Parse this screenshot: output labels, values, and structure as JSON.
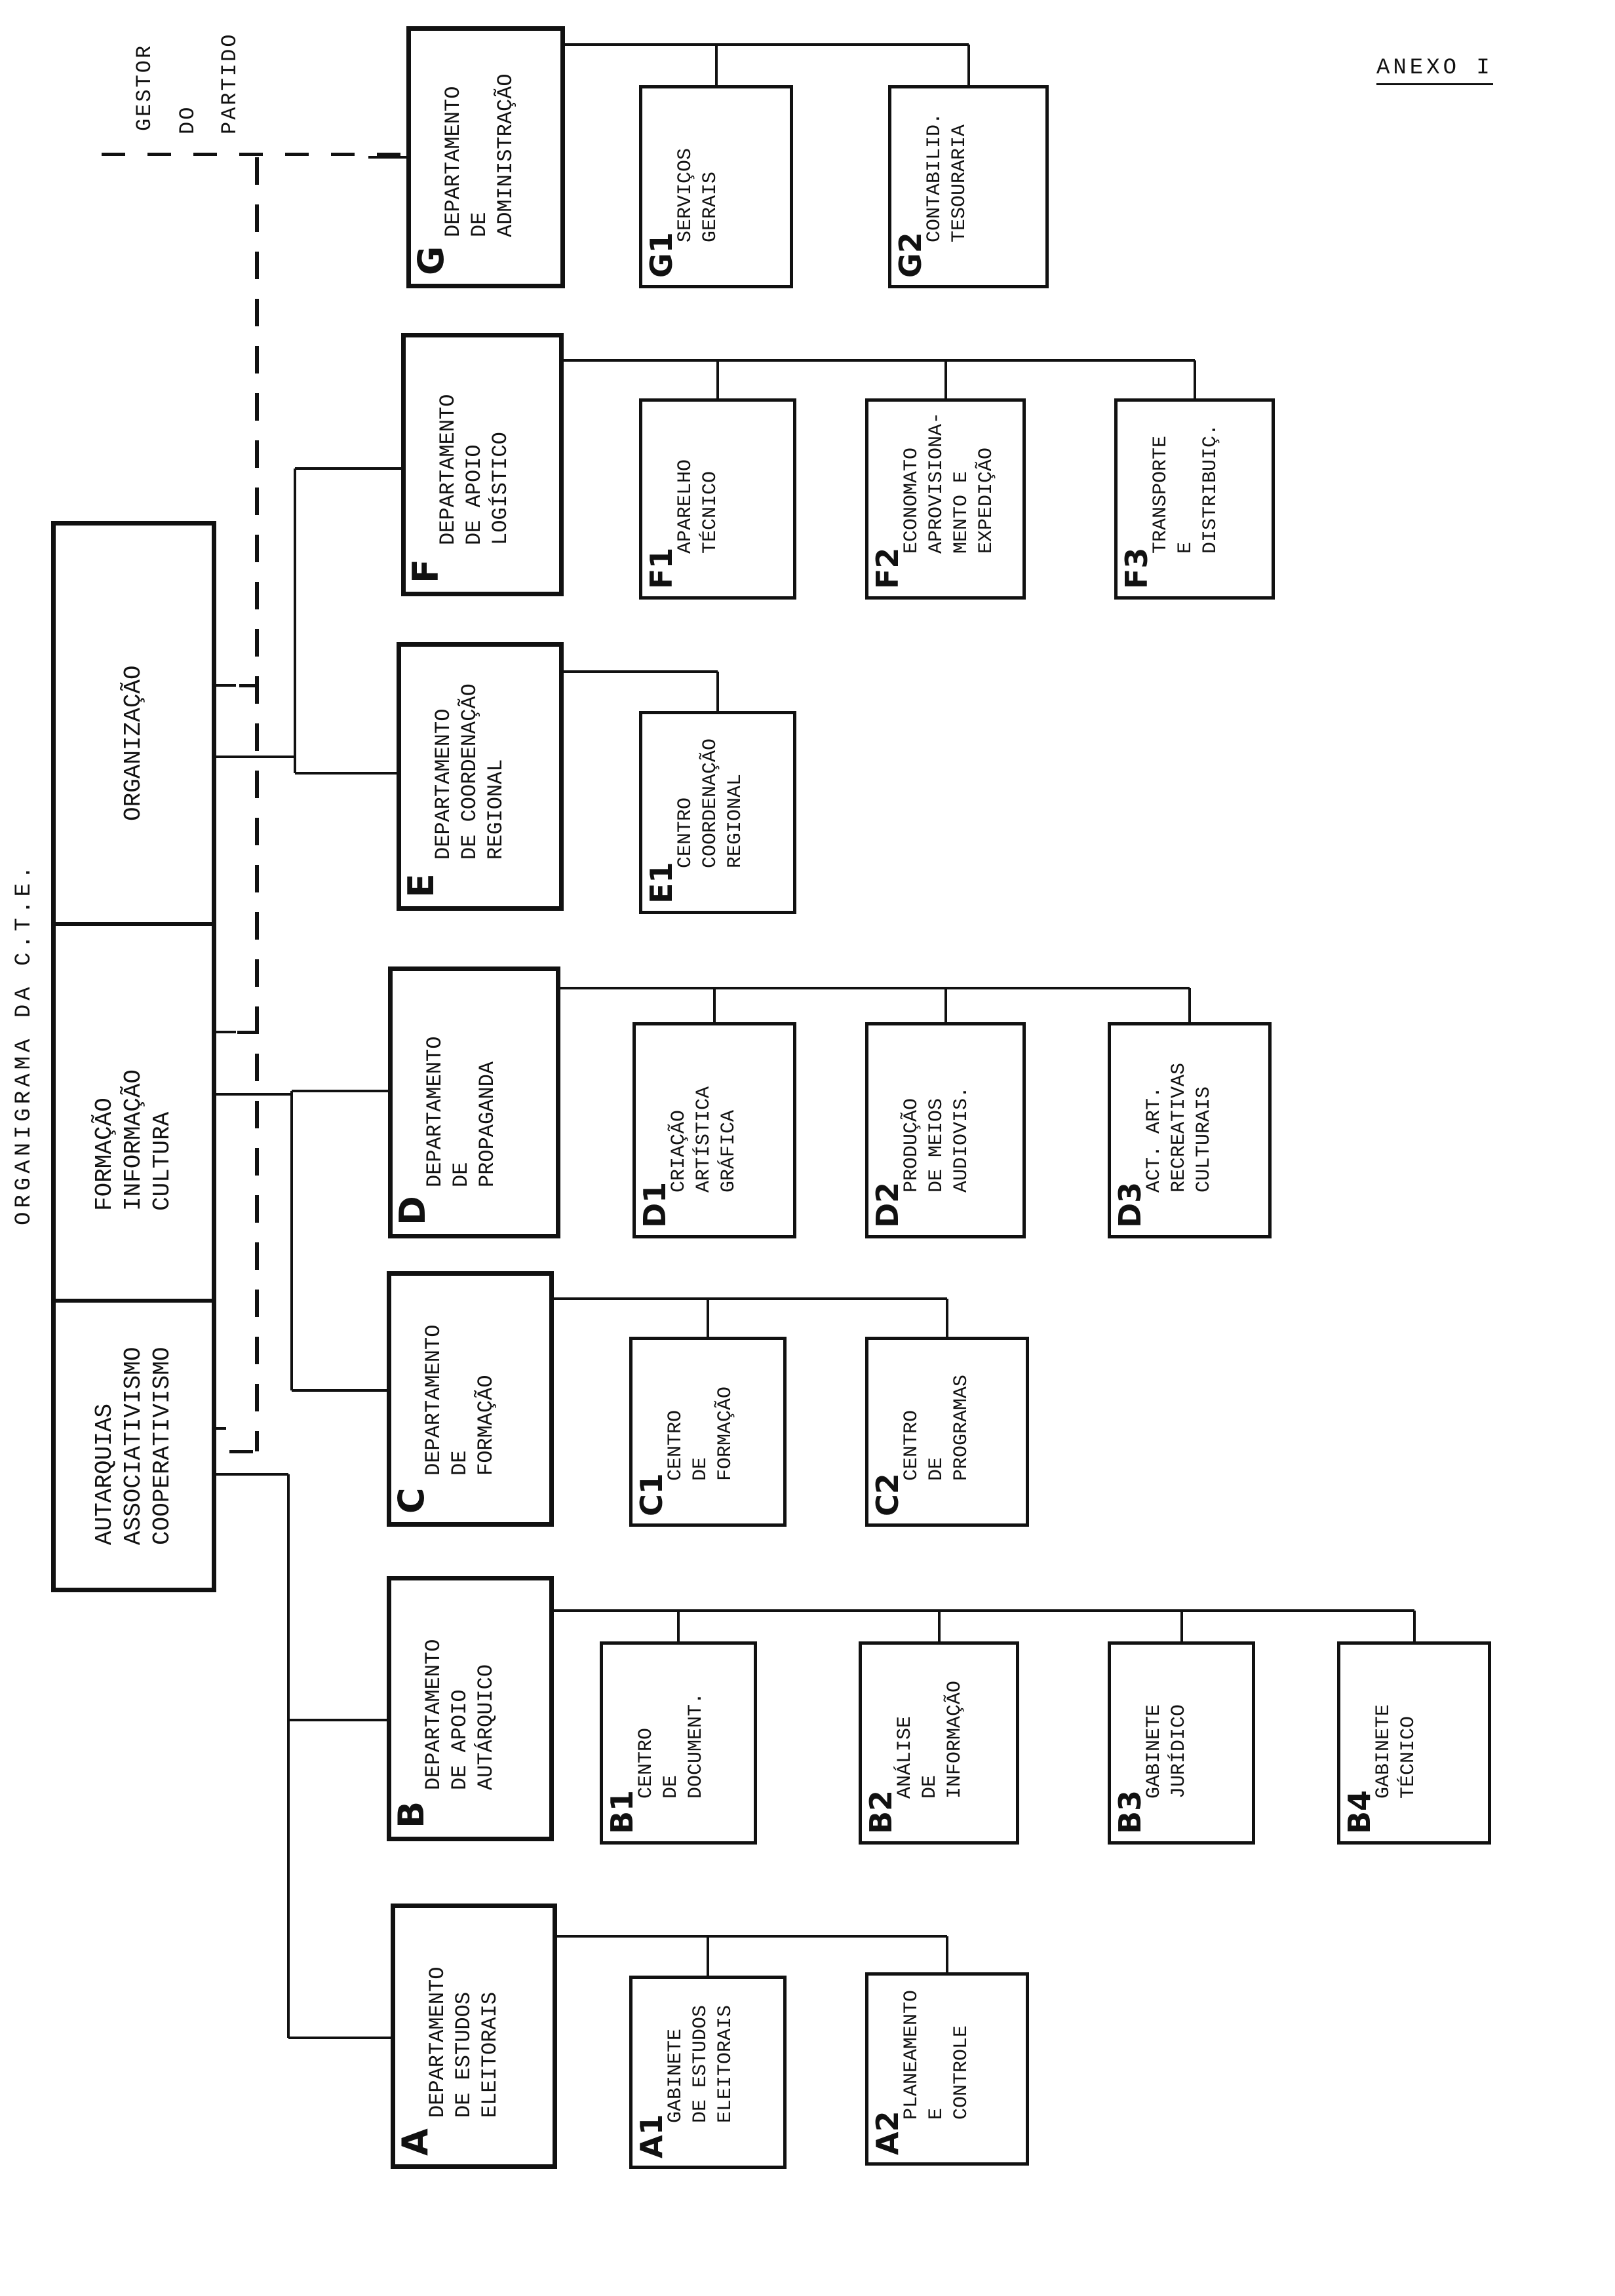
{
  "annex": "ANEXO I",
  "title": "ORGANIGRAMA DA C.T.E.",
  "manager_label": [
    "GESTOR",
    "DO",
    "PARTIDO"
  ],
  "areas": [
    {
      "id": "org",
      "label": [
        "ORGANIZAÇÃO"
      ]
    },
    {
      "id": "fic",
      "label": [
        "FORMAÇÃO",
        "INFORMAÇÃO",
        "CULTURA"
      ]
    },
    {
      "id": "aac",
      "label": [
        "AUTARQUIAS",
        "ASSOCIATIVISMO",
        "COOPERATIVISMO"
      ]
    }
  ],
  "departments": [
    {
      "code": "G",
      "label": [
        "DEPARTAMENTO",
        "DE",
        "ADMINISTRAÇÃO"
      ],
      "units": [
        {
          "code": "G1",
          "label": [
            "SERVIÇOS",
            "GERAIS"
          ]
        },
        {
          "code": "G2",
          "label": [
            "CONTABILID.",
            "TESOURARIA"
          ]
        }
      ]
    },
    {
      "code": "F",
      "label": [
        "DEPARTAMENTO",
        "DE APOIO",
        "LOGÍSTICO"
      ],
      "units": [
        {
          "code": "F1",
          "label": [
            "APARELHO",
            "TÉCNICO"
          ]
        },
        {
          "code": "F2",
          "label": [
            "ECONOMATO",
            "APROVISIONA-",
            "MENTO E",
            "EXPEDIÇÃO"
          ]
        },
        {
          "code": "F3",
          "label": [
            "TRANSPORTE",
            "E",
            "DISTRIBUIÇ."
          ]
        }
      ]
    },
    {
      "code": "E",
      "label": [
        "DEPARTAMENTO",
        "DE COORDENAÇÃO",
        "REGIONAL"
      ],
      "units": [
        {
          "code": "E1",
          "label": [
            "CENTRO",
            "COORDENAÇÃO",
            "REGIONAL"
          ]
        }
      ]
    },
    {
      "code": "D",
      "label": [
        "DEPARTAMENTO",
        "DE",
        "PROPAGANDA"
      ],
      "units": [
        {
          "code": "D1",
          "label": [
            "CRIAÇÃO",
            "ARTÍSTICA",
            "GRÁFICA"
          ]
        },
        {
          "code": "D2",
          "label": [
            "PRODUÇÃO",
            "DE MEIOS",
            "AUDIOVIS."
          ]
        },
        {
          "code": "D3",
          "label": [
            "ACT. ART.",
            "RECREATIVAS",
            "CULTURAIS"
          ]
        }
      ]
    },
    {
      "code": "C",
      "label": [
        "DEPARTAMENTO",
        "DE",
        "FORMAÇÃO"
      ],
      "units": [
        {
          "code": "C1",
          "label": [
            "CENTRO",
            "DE",
            "FORMAÇÃO"
          ]
        },
        {
          "code": "C2",
          "label": [
            "CENTRO",
            "DE",
            "PROGRAMAS"
          ]
        }
      ]
    },
    {
      "code": "B",
      "label": [
        "DEPARTAMENTO",
        "DE APOIO",
        "AUTÁRQUICO"
      ],
      "units": [
        {
          "code": "B1",
          "label": [
            "CENTRO",
            "DE",
            "DOCUMENT."
          ]
        },
        {
          "code": "B2",
          "label": [
            "ANÁLISE",
            "DE",
            "INFORMAÇÃO"
          ]
        },
        {
          "code": "B3",
          "label": [
            "GABINETE",
            "JURÍDICO"
          ]
        },
        {
          "code": "B4",
          "label": [
            "GABINETE",
            "TÉCNICO"
          ]
        }
      ]
    },
    {
      "code": "A",
      "label": [
        "DEPARTAMENTO",
        "DE ESTUDOS",
        "ELEITORAIS"
      ],
      "units": [
        {
          "code": "A1",
          "label": [
            "GABINETE",
            "DE ESTUDOS",
            "ELEITORAIS"
          ]
        },
        {
          "code": "A2",
          "label": [
            "PLANEAMENTO",
            "E",
            "CONTROLE"
          ]
        }
      ]
    }
  ]
}
